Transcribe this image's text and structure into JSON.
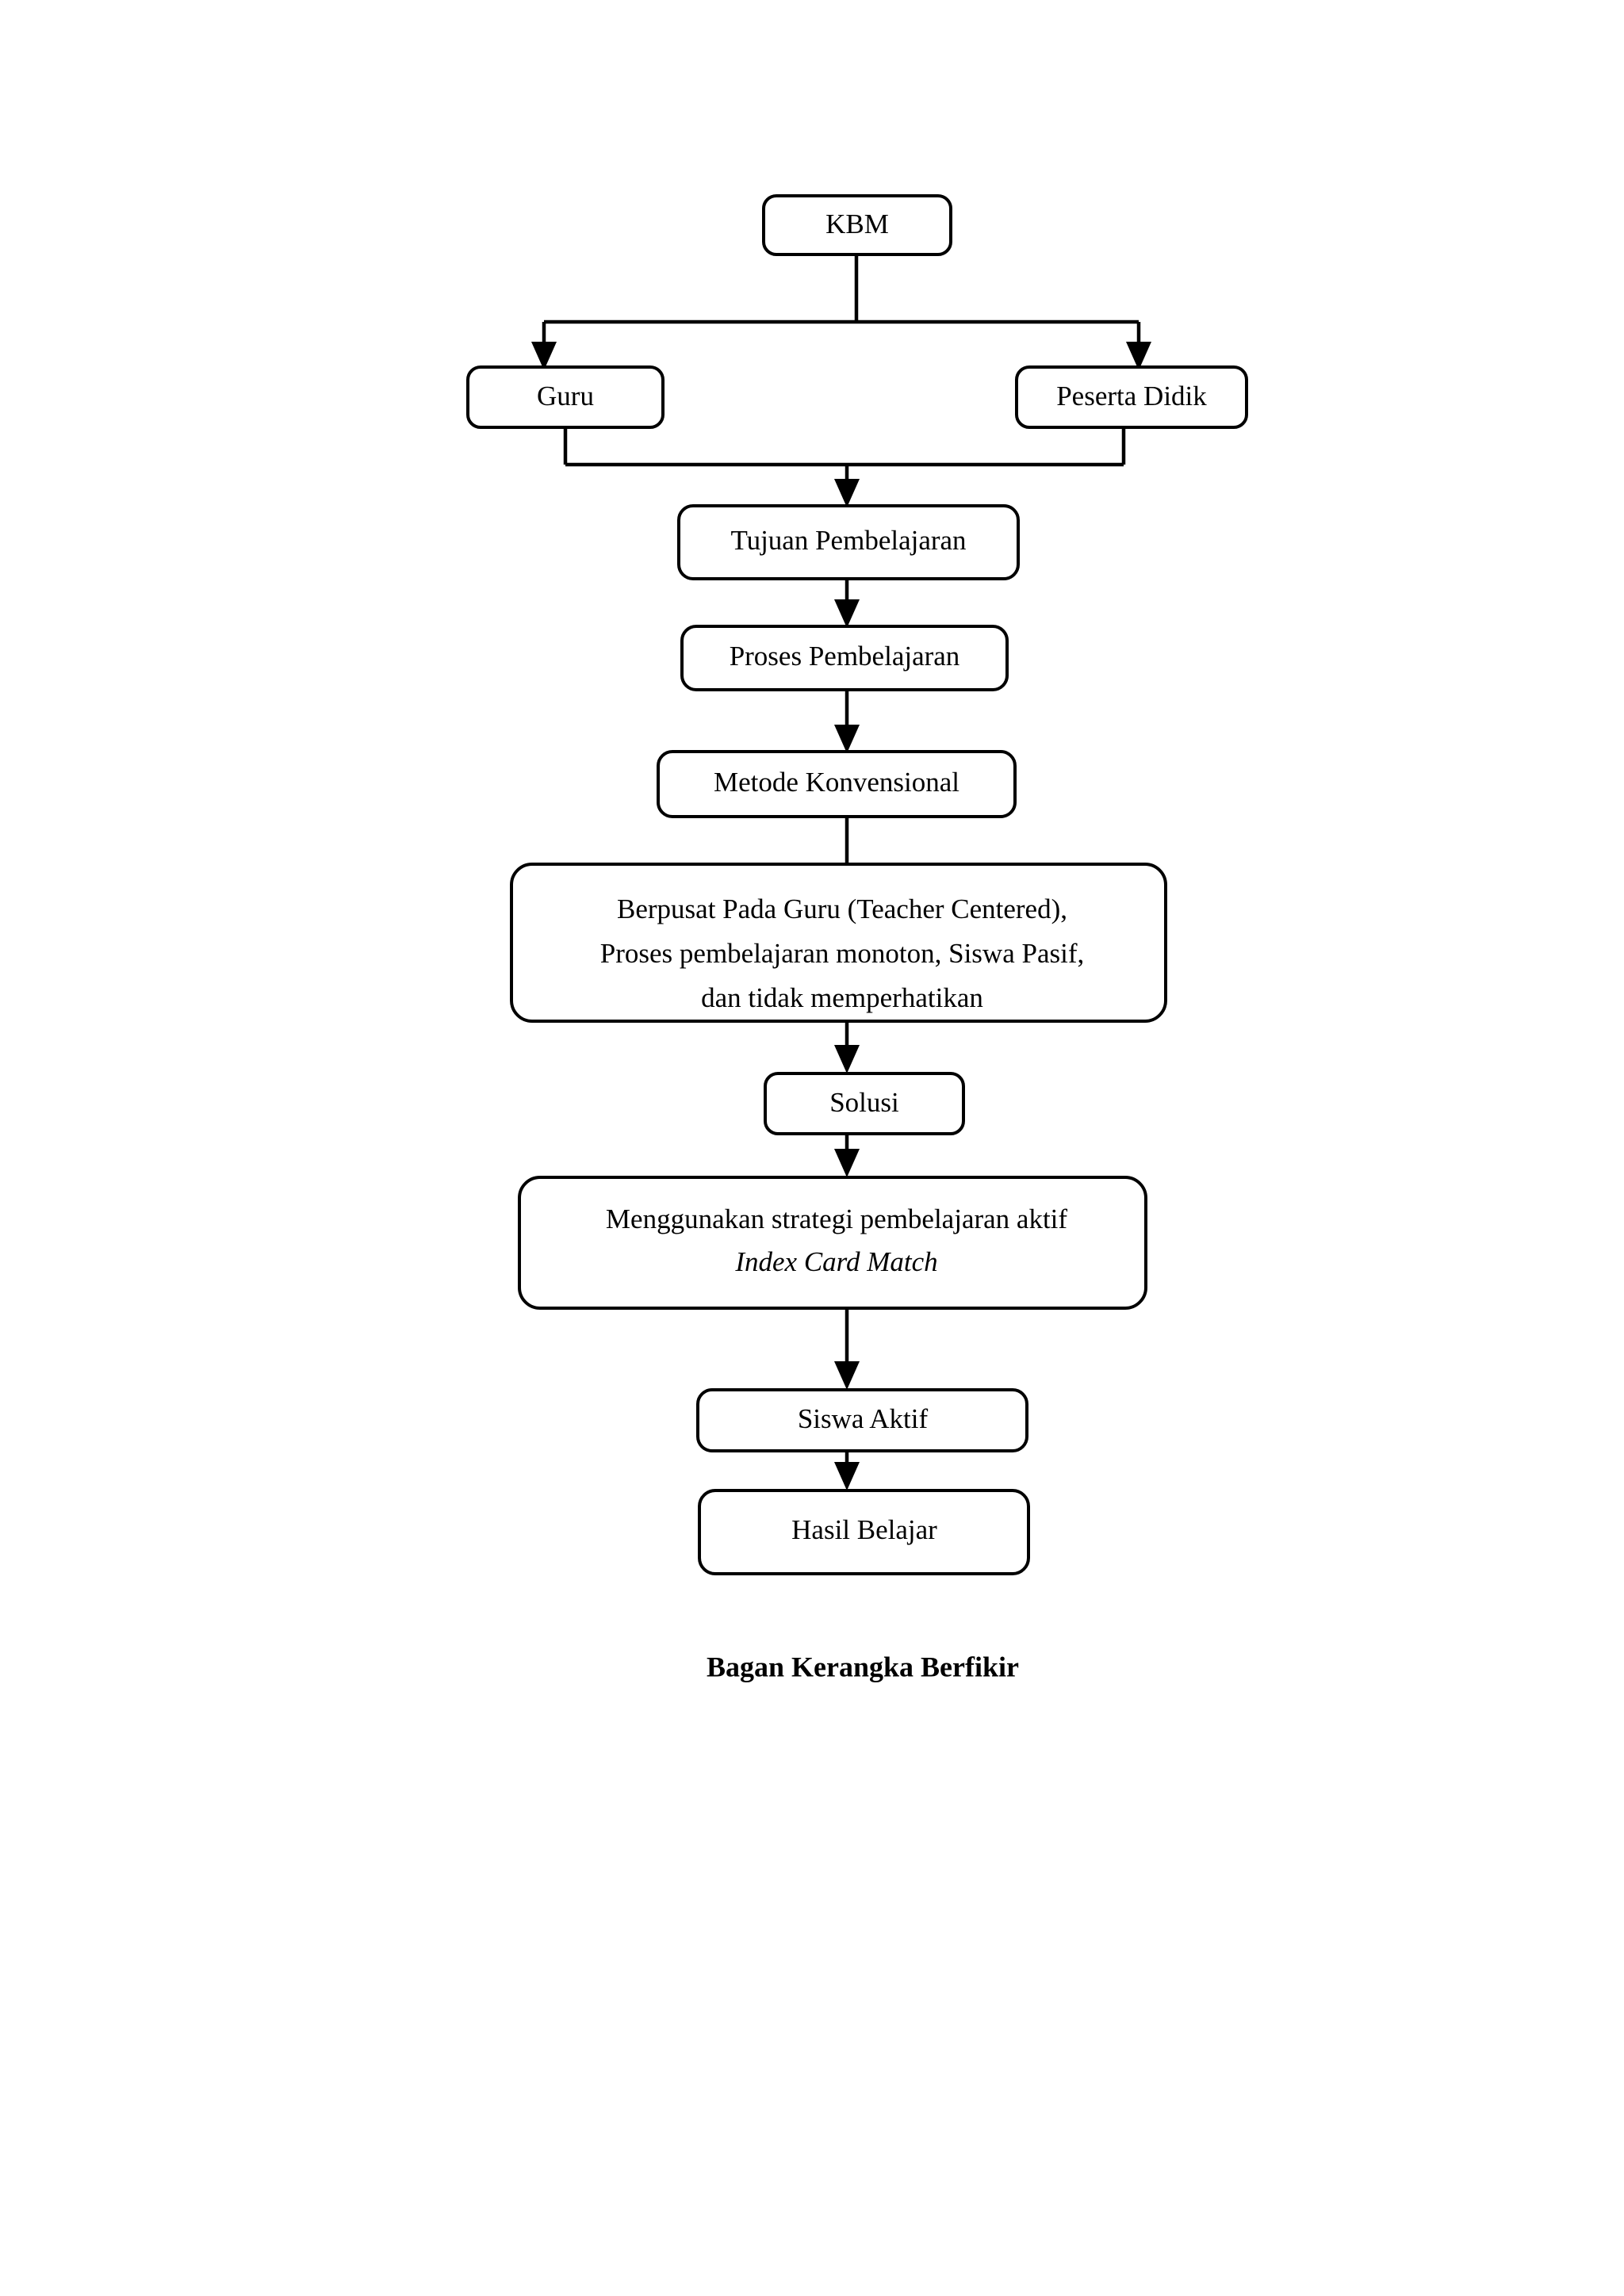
{
  "document": {
    "caption": "Bagan Kerangka Berfikir",
    "background_color": "#ffffff",
    "line_color": "#000000"
  },
  "diagram": {
    "type": "flowchart",
    "orientation": "top-to-bottom",
    "nodes": [
      {
        "id": "kbm",
        "label": "KBM"
      },
      {
        "id": "guru",
        "label": "Guru"
      },
      {
        "id": "peserta",
        "label": "Peserta Didik"
      },
      {
        "id": "tujuan",
        "label": "Tujuan Pembelajaran"
      },
      {
        "id": "proses",
        "label": "Proses Pembelajaran"
      },
      {
        "id": "metode",
        "label": "Metode Konvensional"
      },
      {
        "id": "masalah_l1",
        "label": "Berpusat Pada Guru (Teacher Centered),"
      },
      {
        "id": "masalah_l2",
        "label": "Proses pembelajaran monoton, Siswa Pasif,"
      },
      {
        "id": "masalah_l3",
        "label": "dan tidak memperhatikan"
      },
      {
        "id": "solusi",
        "label": "Solusi"
      },
      {
        "id": "strategi_l1",
        "label": "Menggunakan strategi pembelajaran aktif"
      },
      {
        "id": "strategi_l2",
        "label": "Index Card Match"
      },
      {
        "id": "siswa",
        "label": "Siswa Aktif"
      },
      {
        "id": "hasil",
        "label": "Hasil Belajar"
      }
    ],
    "edges": [
      {
        "from": "kbm",
        "to": "guru"
      },
      {
        "from": "kbm",
        "to": "peserta"
      },
      {
        "from": "guru",
        "to": "tujuan"
      },
      {
        "from": "peserta",
        "to": "tujuan"
      },
      {
        "from": "tujuan",
        "to": "proses"
      },
      {
        "from": "proses",
        "to": "metode"
      },
      {
        "from": "metode",
        "to": "masalah"
      },
      {
        "from": "masalah",
        "to": "solusi"
      },
      {
        "from": "solusi",
        "to": "strategi"
      },
      {
        "from": "strategi",
        "to": "siswa"
      },
      {
        "from": "siswa",
        "to": "hasil"
      }
    ]
  }
}
